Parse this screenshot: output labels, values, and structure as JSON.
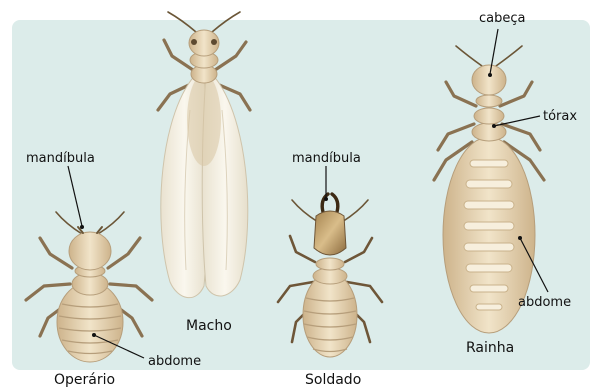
{
  "castes": {
    "operario": "Operário",
    "macho": "Macho",
    "soldado": "Soldado",
    "rainha": "Rainha"
  },
  "parts": {
    "operario_mandibula": "mandíbula",
    "operario_abdome": "abdome",
    "soldado_mandibula": "mandíbula",
    "rainha_cabeca": "cabeça",
    "rainha_torax": "tórax",
    "rainha_abdome": "abdome"
  },
  "colors": {
    "background_panel": "#dcecea",
    "body_tan": "#e7d6b7",
    "body_dark": "#a8875a",
    "wing": "#f3efe3"
  }
}
